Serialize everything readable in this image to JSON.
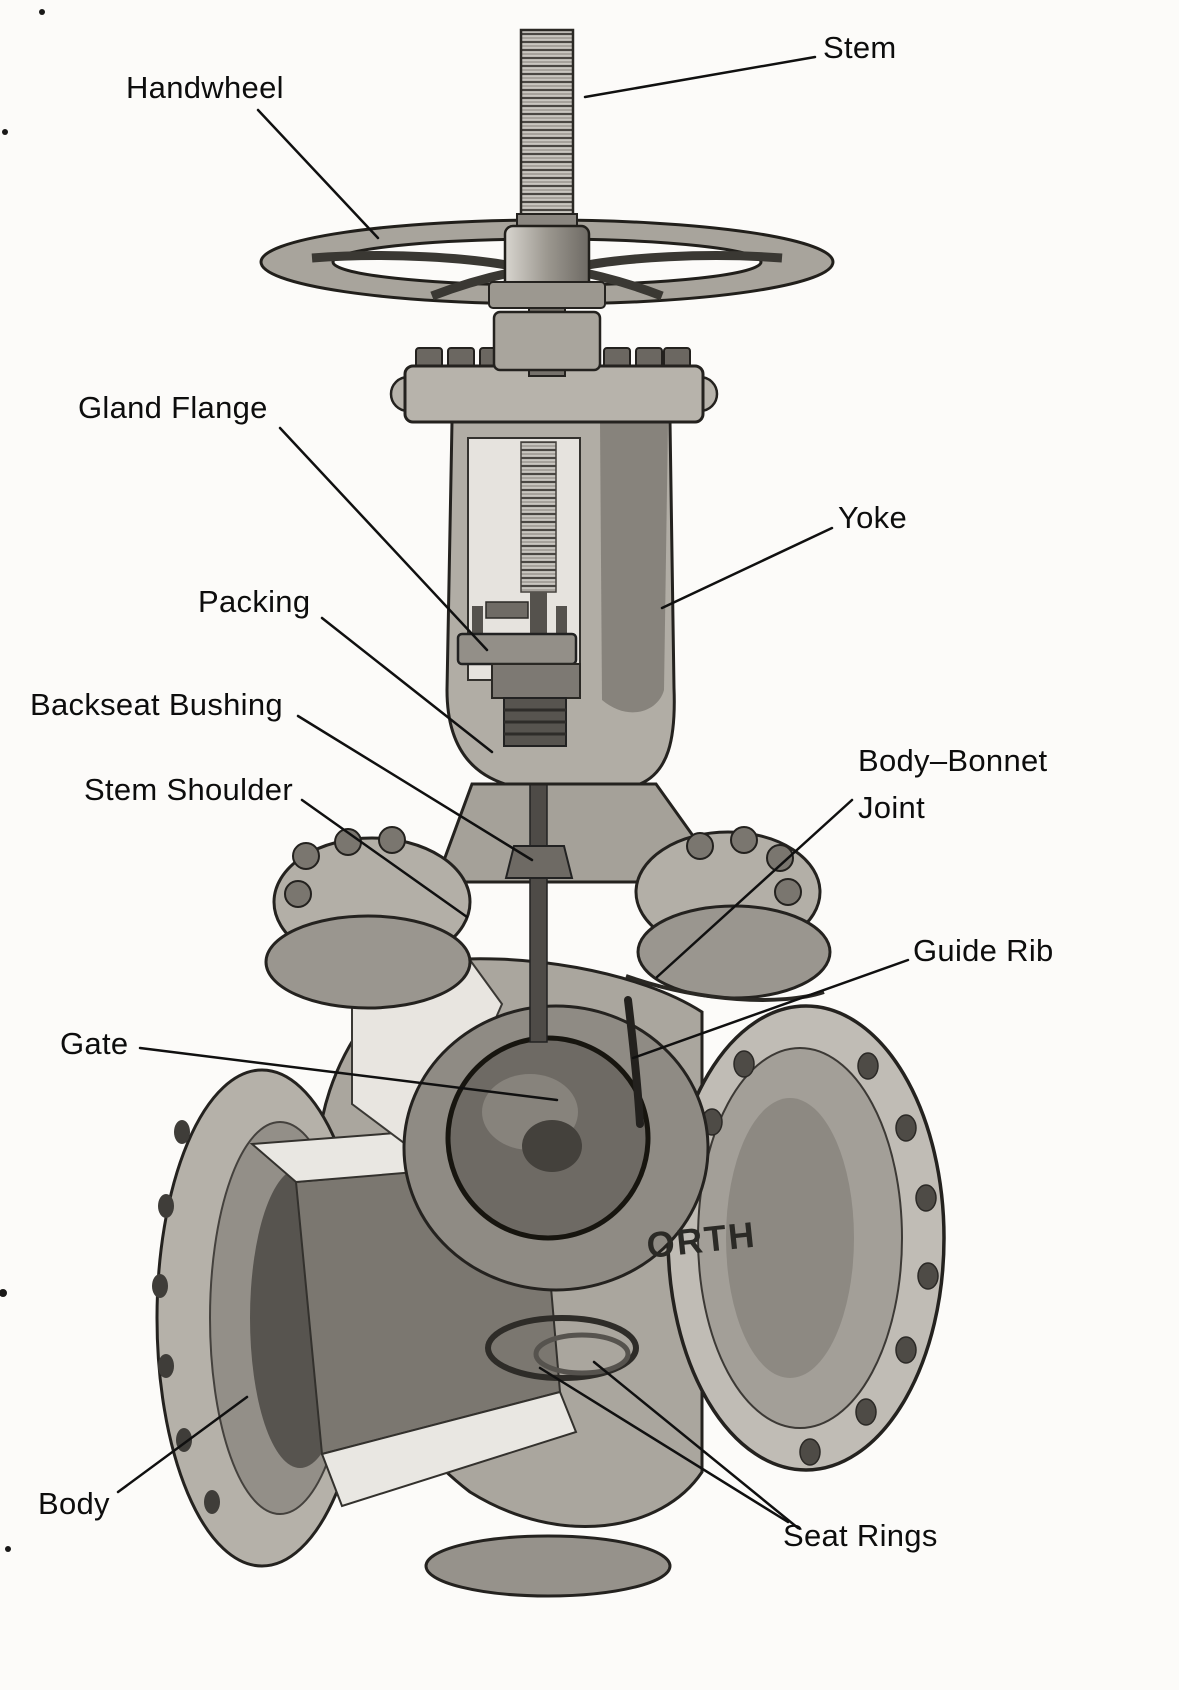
{
  "figure": {
    "body_marking": "ORTH",
    "labels": {
      "stem": "Stem",
      "handwheel": "Handwheel",
      "gland_flange": "Gland Flange",
      "yoke": "Yoke",
      "packing": "Packing",
      "backseat_bushing": "Backseat Bushing",
      "stem_shoulder": "Stem Shoulder",
      "body_bonnet_joint": "Body–Bonnet Joint",
      "guide_rib": "Guide Rib",
      "gate": "Gate",
      "body": "Body",
      "seat_rings": "Seat Rings"
    },
    "colors": {
      "ink": "#101010",
      "paper": "#fcfbf9"
    }
  }
}
